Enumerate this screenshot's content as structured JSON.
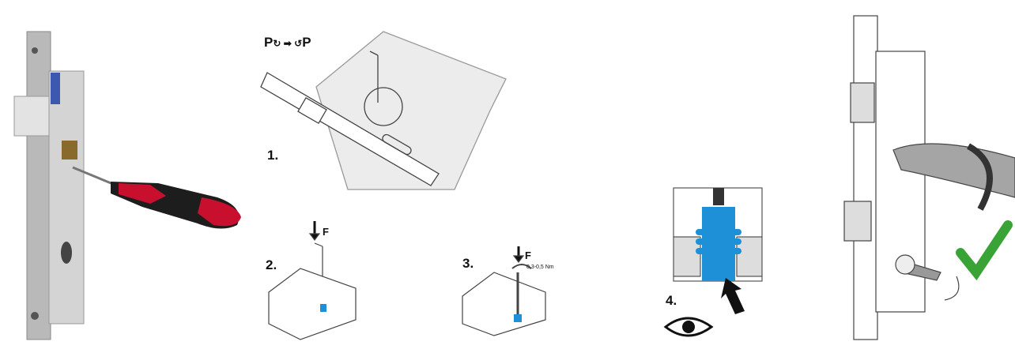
{
  "panels": {
    "photo_lock": {
      "name": "lock-with-screwdriver-photo"
    },
    "step1": {
      "number": "1.",
      "label_from": "P",
      "label_to": "P"
    },
    "step2": {
      "number": "2.",
      "force": "F"
    },
    "step3": {
      "number": "3.",
      "force": "F",
      "torque": "0,3-0,5 Nm"
    },
    "step4": {
      "number": "4."
    },
    "final": {
      "name": "installed-lock-with-handle"
    }
  },
  "colors": {
    "screwdriver_red": "#c8102e",
    "check_green": "#3aa335",
    "cylinder_blue": "#1e90d8",
    "line_gray": "#555555"
  }
}
